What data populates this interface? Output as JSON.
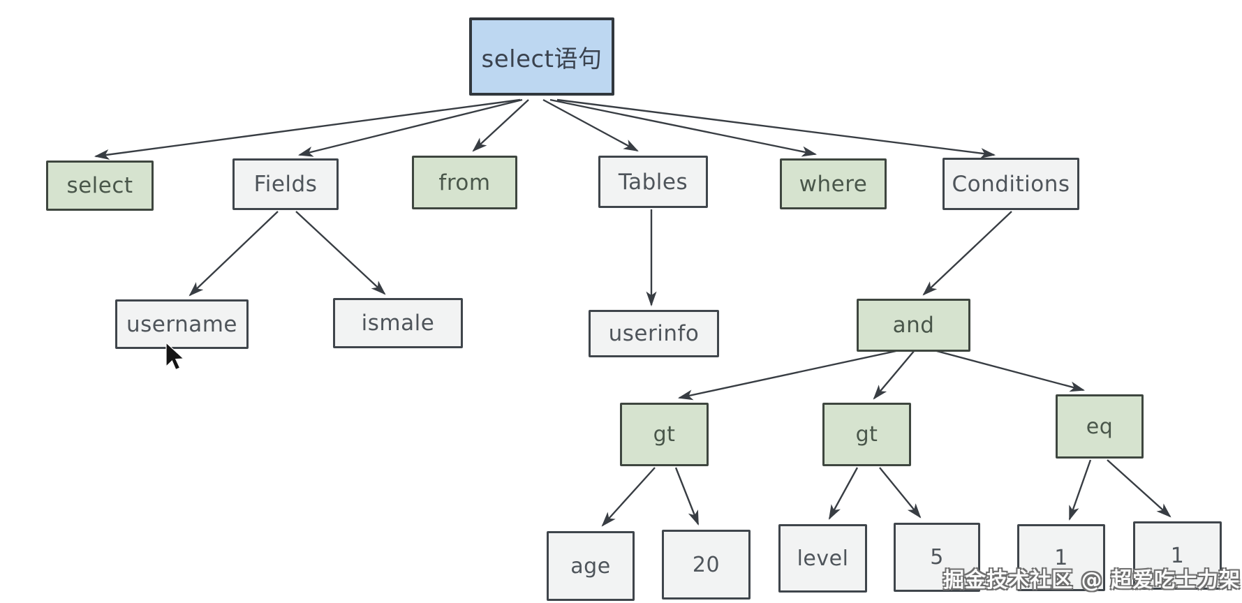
{
  "diagram": {
    "title": "select语句 AST tree",
    "nodes": {
      "root": {
        "label": "select语句",
        "type": "blue"
      },
      "select_kw": {
        "label": "select",
        "type": "green"
      },
      "fields": {
        "label": "Fields",
        "type": "plain"
      },
      "from_kw": {
        "label": "from",
        "type": "green"
      },
      "tables": {
        "label": "Tables",
        "type": "plain"
      },
      "where_kw": {
        "label": "where",
        "type": "green"
      },
      "conditions": {
        "label": "Conditions",
        "type": "plain"
      },
      "username": {
        "label": "username",
        "type": "plain"
      },
      "ismale": {
        "label": "ismale",
        "type": "plain"
      },
      "userinfo": {
        "label": "userinfo",
        "type": "plain"
      },
      "and_op": {
        "label": "and",
        "type": "green"
      },
      "gt_left": {
        "label": "gt",
        "type": "green"
      },
      "gt_right": {
        "label": "gt",
        "type": "green"
      },
      "eq_op": {
        "label": "eq",
        "type": "green"
      },
      "age": {
        "label": "age",
        "type": "plain"
      },
      "num_20": {
        "label": "20",
        "type": "plain"
      },
      "level": {
        "label": "level",
        "type": "plain"
      },
      "num_5": {
        "label": "5",
        "type": "plain"
      },
      "one_left": {
        "label": "1",
        "type": "plain"
      },
      "one_right": {
        "label": "1",
        "type": "plain"
      }
    },
    "edges": [
      "root→select",
      "root→Fields",
      "root→from",
      "root→Tables",
      "root→where",
      "root→Conditions",
      "Fields→username",
      "Fields→ismale",
      "Tables→userinfo",
      "Conditions→and",
      "and→gt(left)",
      "and→gt(right)",
      "and→eq",
      "gt(left)→age",
      "gt(left)→20",
      "gt(right)→level",
      "gt(right)→5",
      "eq→1(left)",
      "eq→1(right)"
    ],
    "colors": {
      "root_fill": "#bdd7f1",
      "keyword_fill": "#d6e3cf",
      "plain_fill": "#f2f3f3",
      "border": "#3f454b",
      "arrow": "#383d43",
      "background": "#ffffff"
    }
  },
  "watermark": {
    "text": "掘金技术社区 @ 超爱吃士力架"
  }
}
